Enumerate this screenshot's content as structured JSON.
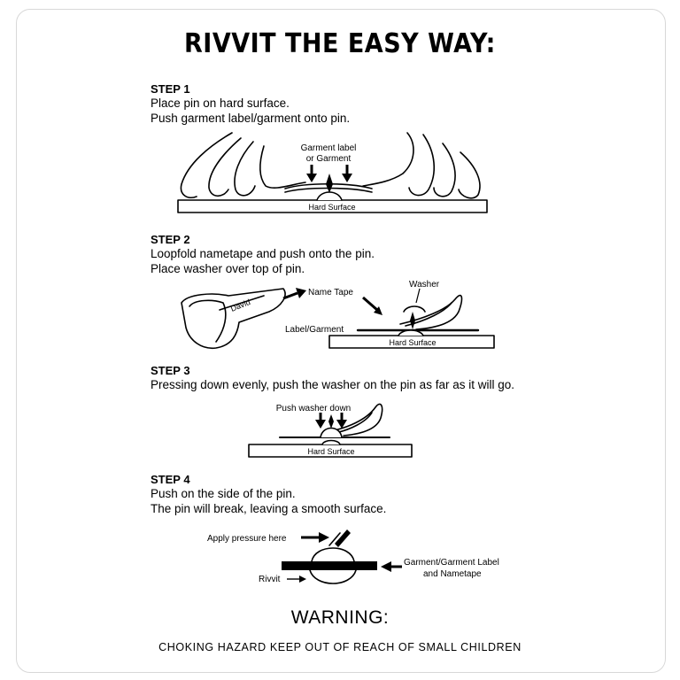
{
  "title": "RIVVIT THE EASY WAY:",
  "steps": [
    {
      "heading": "STEP 1",
      "lines": [
        "Place pin on hard surface.",
        "Push garment label/garment onto pin."
      ],
      "labels": {
        "garment_line1": "Garment label",
        "garment_line2": "or Garment",
        "surface": "Hard Surface"
      }
    },
    {
      "heading": "STEP 2",
      "lines": [
        "Loopfold nametape and push onto the pin.",
        "Place washer over top of pin."
      ],
      "labels": {
        "name_tape": "Name Tape",
        "washer": "Washer",
        "label_garment": "Label/Garment",
        "surface": "Hard Surface",
        "tape_name": "David"
      }
    },
    {
      "heading": "STEP 3",
      "lines": [
        "Pressing down evenly, push the washer on the pin as far as it will go."
      ],
      "labels": {
        "push": "Push washer down",
        "surface": "Hard Surface"
      }
    },
    {
      "heading": "STEP 4",
      "lines": [
        "Push on the side of the pin.",
        "The pin will break, leaving a smooth surface."
      ],
      "labels": {
        "pressure": "Apply pressure here",
        "rivvit": "Rivvit",
        "garment_line1": "Garment/Garment Label",
        "garment_line2": "and Nametape"
      }
    }
  ],
  "warning": "WARNING:",
  "hazard": "CHOKING HAZARD KEEP OUT OF REACH OF SMALL CHILDREN"
}
